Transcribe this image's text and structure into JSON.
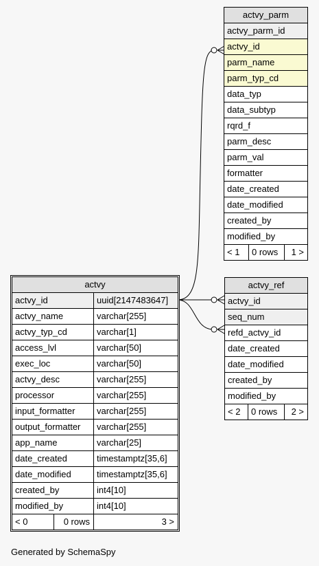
{
  "tables": {
    "actvy_parm": {
      "name": "actvy_parm",
      "columns": [
        "actvy_parm_id",
        "actvy_id",
        "parm_name",
        "parm_typ_cd",
        "data_typ",
        "data_subtyp",
        "rqrd_f",
        "parm_desc",
        "parm_val",
        "formatter",
        "date_created",
        "date_modified",
        "created_by",
        "modified_by"
      ],
      "footer": {
        "parents": "< 1",
        "rows": "0 rows",
        "children": "1 >"
      }
    },
    "actvy": {
      "name": "actvy",
      "columns": [
        {
          "name": "actvy_id",
          "type": "uuid[2147483647]"
        },
        {
          "name": "actvy_name",
          "type": "varchar[255]"
        },
        {
          "name": "actvy_typ_cd",
          "type": "varchar[1]"
        },
        {
          "name": "access_lvl",
          "type": "varchar[50]"
        },
        {
          "name": "exec_loc",
          "type": "varchar[50]"
        },
        {
          "name": "actvy_desc",
          "type": "varchar[255]"
        },
        {
          "name": "processor",
          "type": "varchar[255]"
        },
        {
          "name": "input_formatter",
          "type": "varchar[255]"
        },
        {
          "name": "output_formatter",
          "type": "varchar[255]"
        },
        {
          "name": "app_name",
          "type": "varchar[25]"
        },
        {
          "name": "date_created",
          "type": "timestamptz[35,6]"
        },
        {
          "name": "date_modified",
          "type": "timestamptz[35,6]"
        },
        {
          "name": "created_by",
          "type": "int4[10]"
        },
        {
          "name": "modified_by",
          "type": "int4[10]"
        }
      ],
      "footer": {
        "parents": "< 0",
        "rows": "0 rows",
        "children": "3 >"
      }
    },
    "actvy_ref": {
      "name": "actvy_ref",
      "columns": [
        "actvy_id",
        "seq_num",
        "refd_actvy_id",
        "date_created",
        "date_modified",
        "created_by",
        "modified_by"
      ],
      "footer": {
        "parents": "< 2",
        "rows": "0 rows",
        "children": "2 >"
      }
    }
  },
  "colors": {
    "background": "#f7f7f7",
    "header": "#e0e0e0",
    "primary_key_row": "#efefef",
    "foreign_key_row": "#fafad2"
  },
  "footer_text": "Generated by SchemaSpy"
}
